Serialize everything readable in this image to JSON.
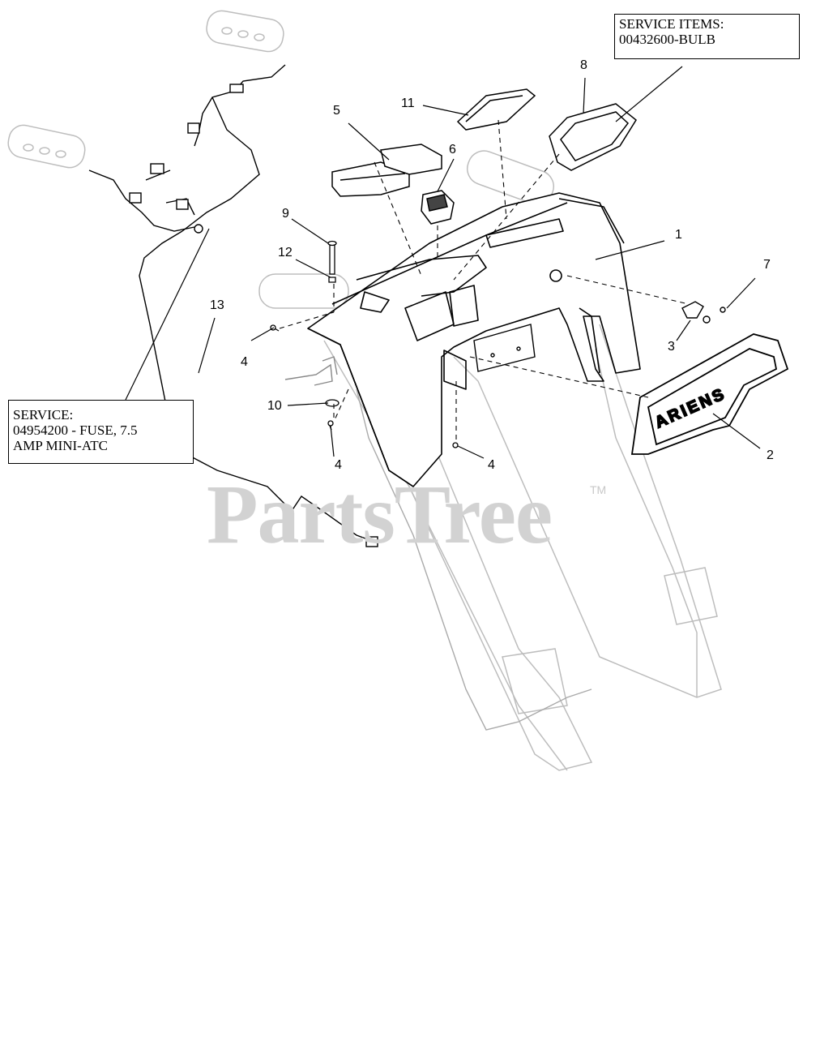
{
  "watermark": {
    "text": "PartsTree",
    "tm": "TM"
  },
  "service_items": {
    "line1": "SERVICE ITEMS:",
    "line2": "00432600-BULB"
  },
  "service_fuse": {
    "line1": "SERVICE:",
    "line2": "04954200 - FUSE, 7.5",
    "line3": "AMP MINI-ATC"
  },
  "callouts": {
    "c1": "1",
    "c2": "2",
    "c3": "3",
    "c4a": "4",
    "c4b": "4",
    "c4c": "4",
    "c5": "5",
    "c6": "6",
    "c7": "7",
    "c8": "8",
    "c9": "9",
    "c10": "10",
    "c11": "11",
    "c12": "12",
    "c13": "13"
  },
  "logo": {
    "text": "ARIENS"
  }
}
